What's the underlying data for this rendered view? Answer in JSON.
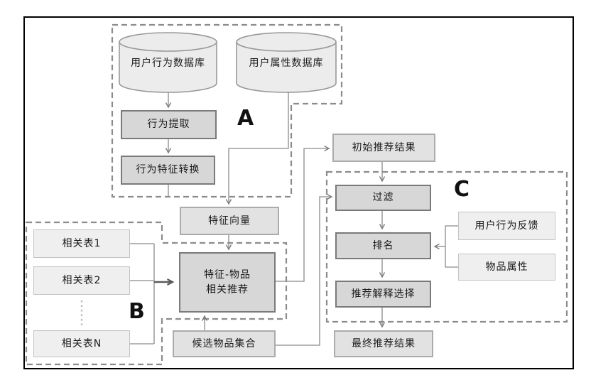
{
  "region_labels": {
    "a": "A",
    "b": "B",
    "c": "C"
  },
  "nodes": {
    "user_behavior_db": "用户行为数据库",
    "user_attr_db": "用户属性数据库",
    "behavior_extract": "行为提取",
    "behavior_feature_convert": "行为特征转换",
    "feature_vector": "特征向量",
    "related_table_1": "相关表1",
    "related_table_2": "相关表2",
    "related_table_n": "相关表N",
    "feature_item_rec_line1": "特征-物品",
    "feature_item_rec_line2": "相关推荐",
    "candidate_item_set": "候选物品集合",
    "initial_rec_result": "初始推荐结果",
    "filter": "过滤",
    "rank": "排名",
    "rec_explain_select": "推荐解释选择",
    "final_rec_result": "最终推荐结果",
    "user_behavior_feedback": "用户行为反馈",
    "item_attr": "物品属性"
  },
  "colors": {
    "process_fill": "#d7d7d7",
    "process_border": "#7a7a7a",
    "result_fill": "#e2e2e2",
    "result_border": "#ababab",
    "input_fill": "#efefef",
    "input_border": "#c3c3c3",
    "cylinder_fill": "#ececec",
    "cylinder_border": "#999999",
    "connector": "#8a8a8a",
    "connector_bold": "#5a5a5a",
    "dashed_region": "#8c8c8c",
    "frame": "#000000"
  }
}
